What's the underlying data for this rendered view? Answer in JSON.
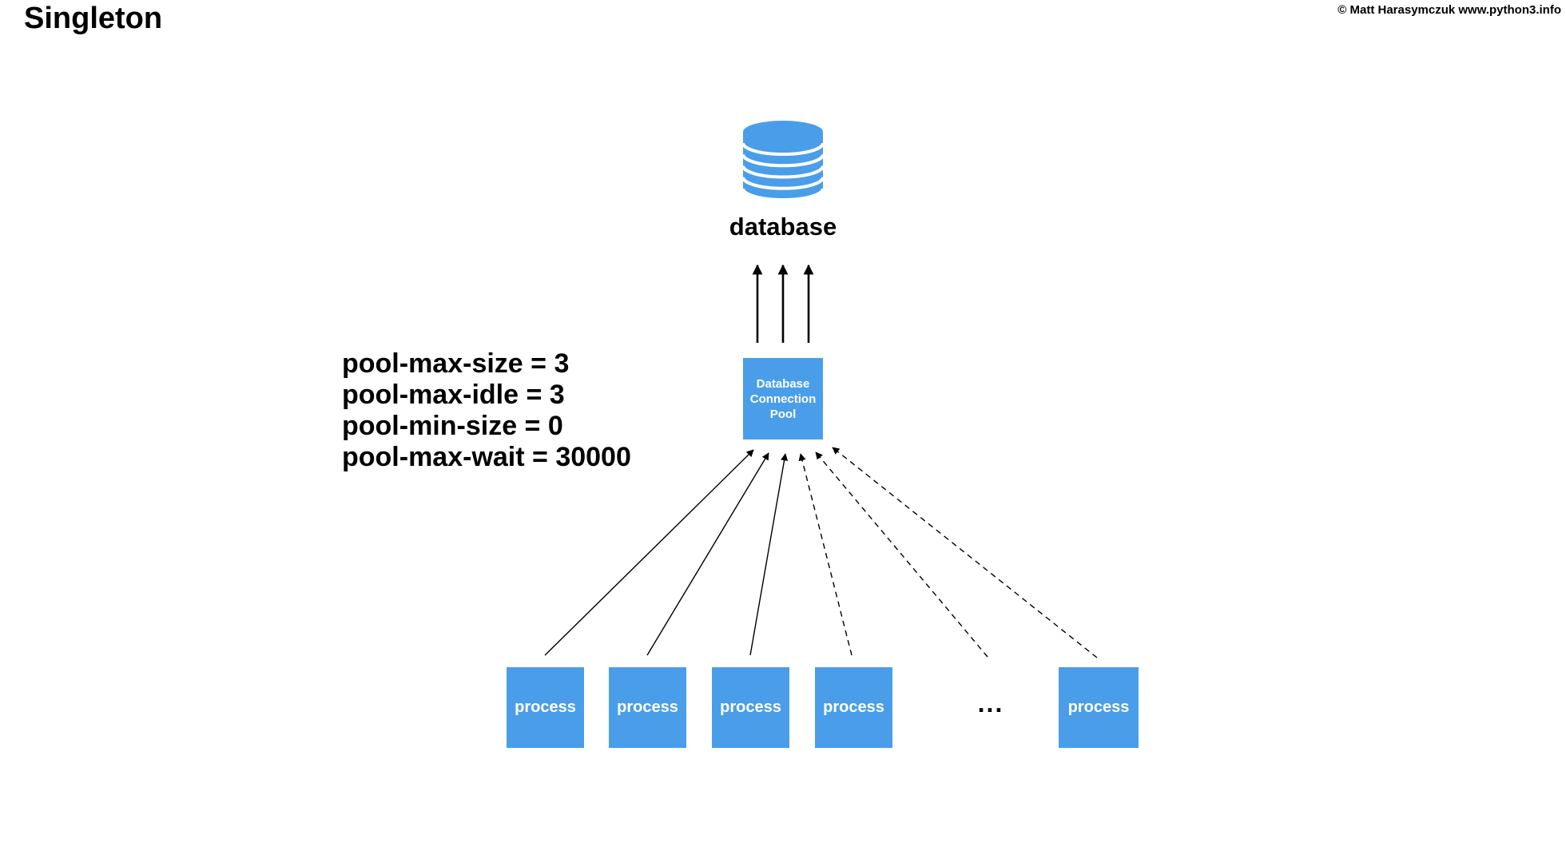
{
  "page": {
    "title": "Singleton",
    "copyright": "© Matt Harasymczuk www.python3.info",
    "background": "#ffffff"
  },
  "colors": {
    "accent_blue": "#4A9EE9",
    "text_black": "#000000",
    "box_text_white": "#ffffff"
  },
  "diagram": {
    "database": {
      "label": "database",
      "icon": "database-cylinder-icon"
    },
    "pool_box": {
      "lines": [
        "Database",
        "Connection",
        "Pool"
      ]
    },
    "pool_params": [
      "pool-max-size = 3",
      "pool-max-idle = 3",
      "pool-min-size = 0",
      "pool-max-wait = 30000"
    ],
    "processes": [
      "process",
      "process",
      "process",
      "process",
      "process"
    ],
    "ellipsis": "...",
    "connections": {
      "pool_to_database": {
        "style": "solid",
        "count": 3,
        "direction": "up"
      },
      "processes_to_pool": {
        "solid_count": 3,
        "dashed_count": 3,
        "note": "first three process boxes use solid arrows, remaining use dashed arrows"
      }
    }
  }
}
